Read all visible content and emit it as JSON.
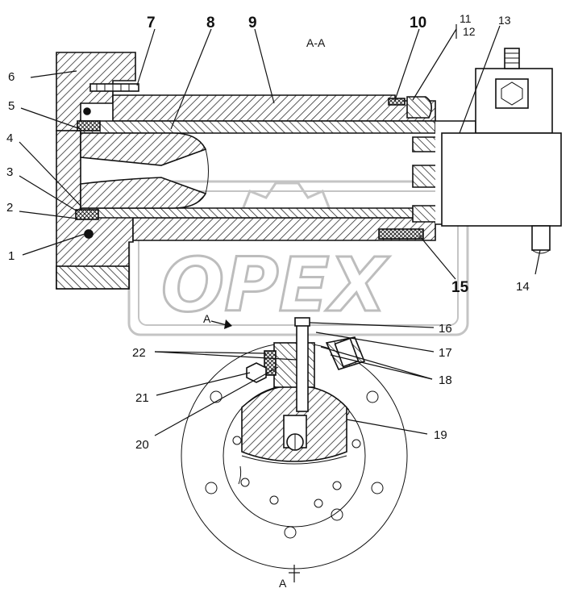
{
  "section_labels": {
    "top": "A-A",
    "cut_left": "A",
    "cut_bottom": "A"
  },
  "callouts": {
    "c1": "1",
    "c2": "2",
    "c3": "3",
    "c4": "4",
    "c5": "5",
    "c6": "6",
    "c7": "7",
    "c8": "8",
    "c9": "9",
    "c10": "10",
    "c11": "11",
    "c12": "12",
    "c13": "13",
    "c14": "14",
    "c15": "15",
    "c16": "16",
    "c17": "17",
    "c18": "18",
    "c19": "19",
    "c20": "20",
    "c21": "21",
    "c22": "22"
  },
  "watermark": {
    "text": "OPEX"
  }
}
